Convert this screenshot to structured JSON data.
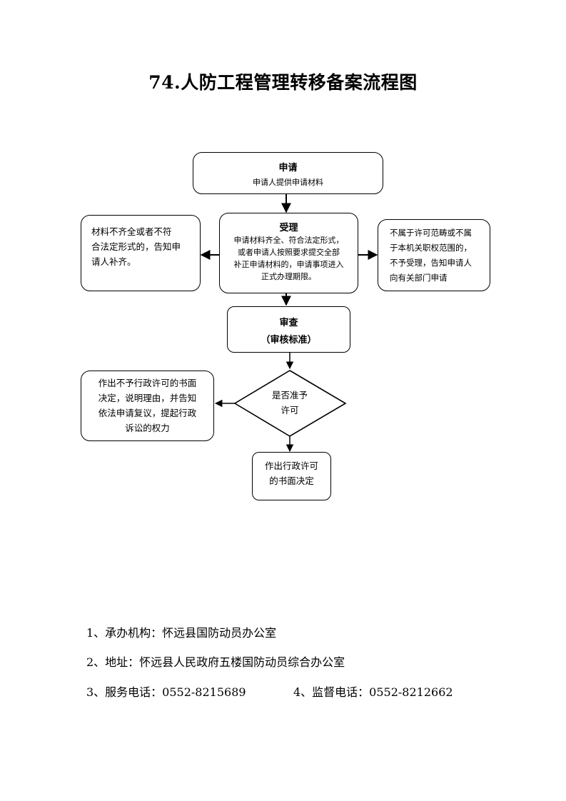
{
  "title": "74.人防工程管理转移备案流程图",
  "flow": {
    "apply": {
      "heading": "申请",
      "text": "申请人提供申请材料"
    },
    "accept": {
      "heading": "受理",
      "lines": [
        "申请材料齐全、符合法定形式，",
        "或者申请人按照要求提交全部",
        "补正申请材料的，申请事项进入",
        "正式办理期限。"
      ]
    },
    "left_note": {
      "lines": [
        "材料不齐全或者不符",
        "合法定形式的，告知申",
        "请人补齐。"
      ]
    },
    "right_note": {
      "lines": [
        "不属于许可范畴或不属",
        "于本机关职权范围的，",
        "不予受理，告知申请人",
        "向有关部门申请"
      ]
    },
    "review": {
      "heading": "审查",
      "sub": "（审核标准）"
    },
    "decision": {
      "lines": [
        "是否准予",
        "许可"
      ]
    },
    "reject": {
      "lines": [
        "作出不予行政许可的书面",
        "决定，说明理由，并告知",
        "依法申请复议，提起行政",
        "诉讼的权力"
      ]
    },
    "grant": {
      "lines": [
        "作出行政许可",
        "的书面决定"
      ]
    }
  },
  "info": {
    "line1": "1、承办机构：怀远县国防动员办公室",
    "line2": "2、地址：怀远县人民政府五楼国防动员综合办公室",
    "line3a": "3、服务电话：0552-8215689",
    "line3b": "4、监督电话：0552-8212662"
  }
}
